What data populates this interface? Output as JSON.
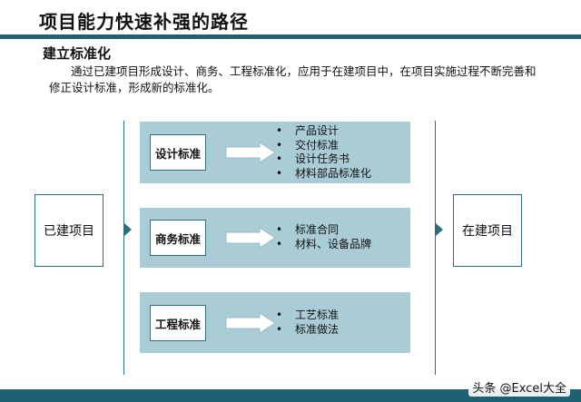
{
  "title": "项目能力快速补强的路径",
  "subtitle": "建立标准化",
  "paragraph": "通过已建项目形成设计、商务、工程标准化，应用于在建项目中，在项目实施过程不断完善和修正设计标准，形成新的标准化。",
  "left_box": "已建项目",
  "right_box": "在建项目",
  "bullet": "•",
  "panels": [
    {
      "label": "设计标准",
      "items": [
        "产品设计",
        "交付标准",
        "设计任务书",
        "材料部品标准化"
      ]
    },
    {
      "label": "商务标准",
      "items": [
        "标准合同",
        "材料、设备品牌"
      ]
    },
    {
      "label": "工程标准",
      "items": [
        "工艺标准",
        "标准做法"
      ]
    }
  ],
  "watermark": "头条 @Excel大全",
  "colors": {
    "accent": "#1f5f73",
    "panel": "#a9ccd6",
    "border": "#2d6f80"
  }
}
